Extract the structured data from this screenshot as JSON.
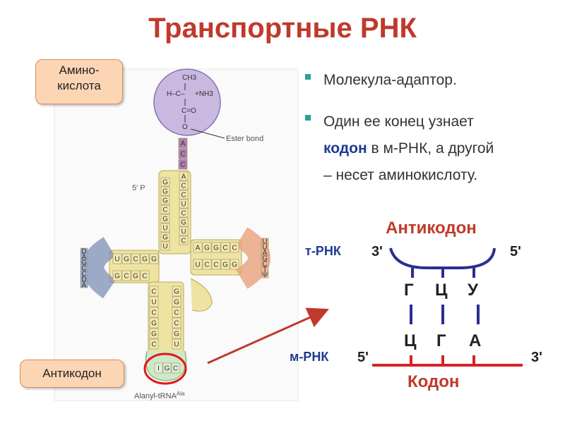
{
  "title": "Транспортные РНК",
  "callouts": {
    "amino": [
      "Амино-",
      "кислота"
    ],
    "anticodon": "Антикодон"
  },
  "bullets": {
    "b1": "Молекула-адаптор.",
    "b2_part1": "Один ее конец узнает",
    "b2_bold": "кодон",
    "b2_part2": " в м-РНК, а другой",
    "b2_part3": "– несет аминокислоту."
  },
  "trna_figure": {
    "ester_bond": "Ester bond",
    "five_prime_p": "5′ P",
    "caption": "Alanyl-tRNA",
    "caption_sup": "Ala",
    "amino_acid_formula": {
      "ch3": "CH3",
      "left": "H–C–",
      "nh3": "+NH3",
      "co": "C=O",
      "o": "O"
    },
    "acceptor_top": [
      "A",
      "C",
      "C"
    ],
    "stem_left": [
      "G",
      "G",
      "G",
      "C",
      "G",
      "U",
      "G",
      "U"
    ],
    "stem_right": [
      "A",
      "C",
      "C",
      "U",
      "C",
      "G",
      "U",
      "C"
    ],
    "d_arm_top": [
      "U",
      "G",
      "C",
      "G",
      "G"
    ],
    "d_arm_bottom": [
      "G",
      "C",
      "G",
      "C"
    ],
    "d_loop": [
      "D",
      "A",
      "G",
      "C",
      "C",
      "D",
      "A"
    ],
    "t_arm_top": [
      "A",
      "G",
      "G",
      "C",
      "C"
    ],
    "t_arm_bottom": [
      "U",
      "C",
      "C",
      "G",
      "G"
    ],
    "t_loop": [
      "U",
      "U",
      "A",
      "G",
      "C",
      "T",
      "Ψ"
    ],
    "anticodon_stem_left": [
      "C",
      "U",
      "C",
      "G",
      "G",
      "C"
    ],
    "anticodon_stem_right": [
      "G",
      "G",
      "C",
      "C",
      "G",
      "U"
    ],
    "anticodon_loop": [
      "I",
      "G",
      "C"
    ]
  },
  "codon_diagram": {
    "anticodon_label": "Антикодон",
    "codon_label": "Кодон",
    "trna_label": "т-РНК",
    "mrna_label": "м-РНК",
    "trna_3": "3'",
    "trna_5": "5'",
    "mrna_5": "5'",
    "mrna_3": "3'",
    "anticodon_bases": [
      "Г",
      "Ц",
      "У"
    ],
    "codon_bases": [
      "Ц",
      "Г",
      "А"
    ]
  },
  "colors": {
    "title": "#c0392b",
    "anticodon": "#c0392b",
    "trna": "#1f3a93",
    "bullet": "#2aa198",
    "arrow": "#c0392b"
  }
}
